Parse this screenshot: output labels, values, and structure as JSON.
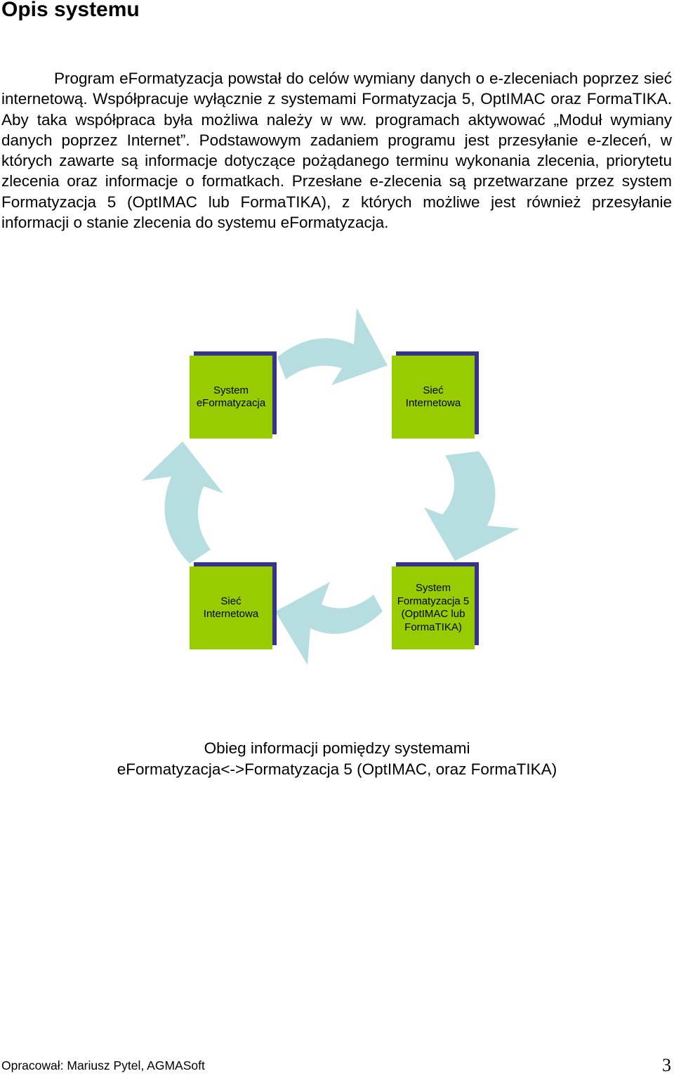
{
  "heading": "Opis systemu",
  "paragraph": "Program eFormatyzacja powstał do celów wymiany danych o e-zleceniach poprzez sieć internetową. Współpracuje wyłącznie z systemami Formatyzacja 5, OptIMAC oraz FormaTIKA. Aby taka współpraca była możliwa należy w ww. programach aktywować „Moduł wymiany danych poprzez Internet”. Podstawowym zadaniem programu jest przesyłanie e-zleceń, w których zawarte są informacje dotyczące pożądanego terminu wykonania zlecenia, priorytetu zlecenia oraz informacje o formatkach. Przesłane e-zlecenia są przetwarzane przez system Formatyzacja 5 (OptIMAC lub FormaTIKA), z których możliwe jest również przesyłanie informacji o stanie zlecenia do systemu eFormatyzacja.",
  "diagram": {
    "nodes": [
      {
        "lines": [
          "System",
          "eFormatyzacja"
        ]
      },
      {
        "lines": [
          "Sieć",
          "Internetowa"
        ]
      },
      {
        "lines": [
          "System",
          "Formatyzacja 5",
          "(OptIMAC lub",
          "FormaTIKA)"
        ]
      },
      {
        "lines": [
          "Sieć",
          "Internetowa"
        ]
      }
    ],
    "colors": {
      "box_fill": "#99cc00",
      "box_shadow": "#34348a",
      "arrow": "#b6dde0"
    }
  },
  "caption": {
    "line1": "Obieg informacji pomiędzy systemami",
    "line2": "eFormatyzacja<->Formatyzacja 5 (OptIMAC, oraz FormaTIKA)"
  },
  "footer": {
    "author": "Opracował: Mariusz Pytel, AGMASoft",
    "page_number": "3"
  }
}
